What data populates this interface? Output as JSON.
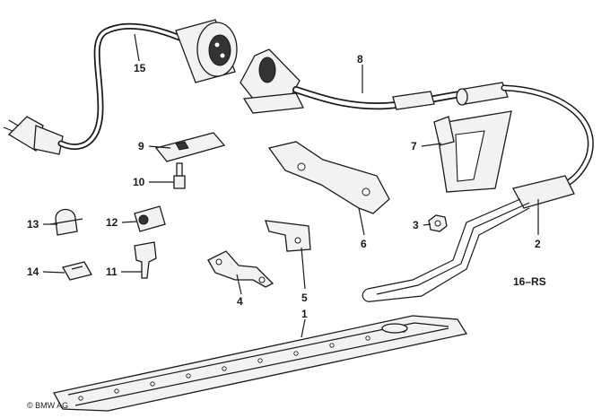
{
  "labels": {
    "l1": "1",
    "l2": "2",
    "l3": "3",
    "l4": "4",
    "l5": "5",
    "l6": "6",
    "l7": "7",
    "l8": "8",
    "l9": "9",
    "l10": "10",
    "l11": "11",
    "l12": "12",
    "l13": "13",
    "l14": "14",
    "l15": "15",
    "l16": "16–RS"
  },
  "copyright": "© BMW AG",
  "colors": {
    "ink": "#1a1a1a",
    "paper": "#ffffff",
    "part_fill": "#f2f2f2"
  }
}
